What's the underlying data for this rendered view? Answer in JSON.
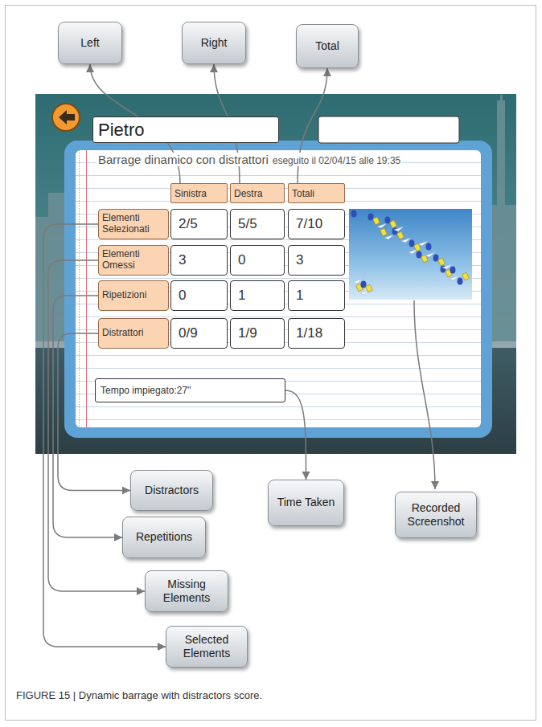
{
  "diagram": {
    "caption": "FIGURE 15 | Dynamic barrage with distractors score.",
    "nodes": [
      {
        "text": [
          "Left"
        ]
      },
      {
        "text": [
          "Right"
        ]
      },
      {
        "text": [
          "Total"
        ]
      },
      {
        "text": [
          "Pietro"
        ]
      },
      {
        "text": [
          "Barrage dinamico con distrattori",
          "eseguito il 02/04/15 alle 19:35"
        ]
      },
      {
        "text": [
          "Sinistra"
        ],
        "in": 4
      },
      {
        "text": [
          "Destra"
        ],
        "in": 4
      },
      {
        "text": [
          "Totali"
        ],
        "in": 4
      },
      {
        "text": [
          "Elementi Selezionati"
        ],
        "in": 4
      },
      {
        "text": [
          "2/5"
        ],
        "in": 4
      },
      {
        "text": [
          "5/5"
        ],
        "in": 4
      },
      {
        "text": [
          "7/10"
        ],
        "in": 4
      },
      {
        "text": [
          "Elementi Omessi"
        ],
        "in": 4
      },
      {
        "text": [
          "3"
        ],
        "in": 4
      },
      {
        "text": [
          "0"
        ],
        "in": 4
      },
      {
        "text": [
          "3"
        ],
        "in": 4
      },
      {
        "text": [
          "Ripetizioni"
        ],
        "in": 4
      },
      {
        "text": [
          "0"
        ],
        "in": 4
      },
      {
        "text": [
          "1"
        ],
        "in": 4
      },
      {
        "text": [
          "1"
        ],
        "in": 4
      },
      {
        "text": [
          "Distrattori"
        ],
        "in": 4
      },
      {
        "text": [
          "0/9"
        ],
        "in": 4
      },
      {
        "text": [
          "1/9"
        ],
        "in": 4
      },
      {
        "text": [
          "1/18"
        ],
        "in": 4
      },
      {
        "text": [
          "Tempo impiegato:27''"
        ],
        "in": 4
      },
      {
        "text": [
          "Distractors"
        ]
      },
      {
        "text": [
          "Time Taken"
        ]
      },
      {
        "text": [
          "Recorded Screenshot"
        ]
      },
      {
        "text": [
          "Repetitions"
        ]
      },
      {
        "text": [
          "Missing Elements"
        ]
      },
      {
        "text": [
          "Selected Elements"
        ]
      }
    ],
    "edges": [
      {
        "from": 5,
        "to": 0,
        "arrow": "to"
      },
      {
        "from": 6,
        "to": 1,
        "arrow": "to"
      },
      {
        "from": 7,
        "to": 2,
        "arrow": "to"
      },
      {
        "from": 8,
        "to": 30,
        "arrow": "to"
      },
      {
        "from": 12,
        "to": 29,
        "arrow": "to"
      },
      {
        "from": 16,
        "to": 28,
        "arrow": "to"
      },
      {
        "from": 20,
        "to": 25,
        "arrow": "to"
      },
      {
        "from": 24,
        "to": 26,
        "arrow": "to"
      }
    ]
  }
}
